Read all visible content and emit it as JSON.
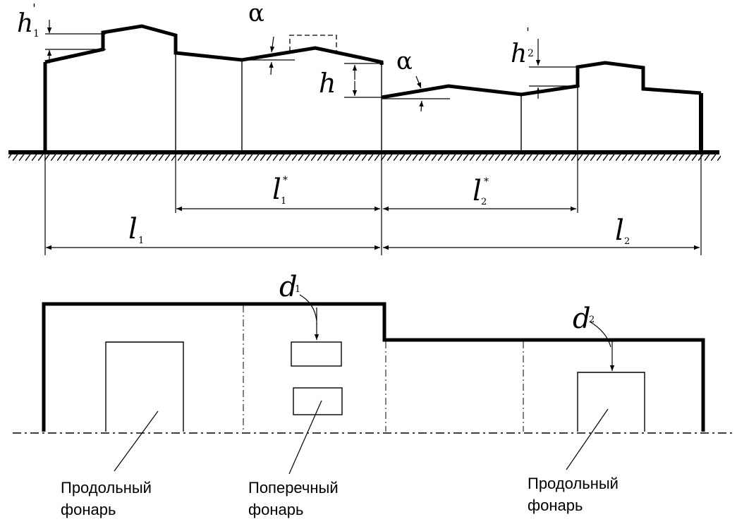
{
  "section": {
    "h_prime": "h",
    "h1_sub": "1",
    "h2_sub": "2",
    "h_label": "h",
    "alpha_label": "α",
    "l1_star": "l",
    "l1_star_sub": "1",
    "l2_star": "l",
    "l2_star_sub": "2",
    "l1": "l",
    "l1_sub": "1",
    "l2": "l",
    "l2_sub": "2"
  },
  "plan": {
    "d1": "d",
    "d1_sub": "1",
    "d2": "d",
    "d2_sub": "2",
    "captions": [
      {
        "line1": "Продольный",
        "line2": "фонарь"
      },
      {
        "line1": "Поперечный",
        "line2": "фонарь"
      },
      {
        "line1": "Продольный",
        "line2": "фонарь"
      }
    ]
  }
}
